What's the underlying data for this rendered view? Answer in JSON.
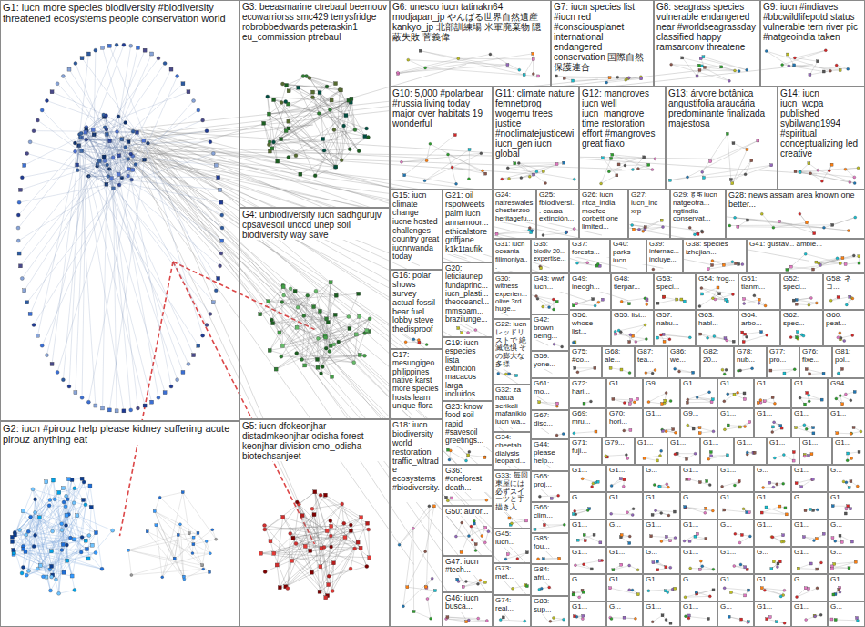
{
  "diagram": {
    "nodes": [
      {
        "text": [
          "G1: iucn more species biodiversity #biodiversity threatened ecosystems people conservation world"
        ]
      },
      {
        "text": [
          "G2: iucn #pirouz help please kidney suffering acute pirouz anything eat"
        ]
      },
      {
        "text": [
          "G3: beeasmarine ctrebaul beemouv ecowarriorss smc429 terrysfridge robrobbedwards peteraskin1 eu_commission ptrebaul"
        ]
      },
      {
        "text": [
          "G4: unbiodiversity iucn sadhgurujv cpsavesoil unccd unep soil biodiversity way save"
        ]
      },
      {
        "text": [
          "G5: iucn dfokeonjhar distadmkeonjhar odisha forest keonjhar division cmo_odisha biotechsanjeet"
        ]
      },
      {
        "text": [
          "G6: unesco iucn tatinakn64 modjapan_jp やんばる世界自然遺産 kankyo_jp 北部訓練場 米軍廃棄物 隠蔽失敗 菅義偉"
        ]
      },
      {
        "text": [
          "G7: iucn species list #iucn red #consciousplanet international endangered conservation 国際自然保護連合"
        ]
      },
      {
        "text": [
          "G8: seagrass species vulnerable endangered near #worldseagrassday classified happy ramsarconv threatene"
        ]
      },
      {
        "text": [
          "G9: iucn #indiaves #bbcwildlifepotd status vulnerable tern river pic #natgeoindia taken"
        ]
      },
      {
        "text": [
          "G10: 5,000 #polarbear #russia living today major over habitats 19 wonderful"
        ]
      },
      {
        "text": [
          "G11: climate nature femnetprog wogemu trees justice #noclimatejusticewi iucn_gen iucn global"
        ]
      },
      {
        "text": [
          "G12: mangroves iucn well iucn_mangrove time restoration effort #mangroves great fiaxo"
        ]
      },
      {
        "text": [
          "G13: árvore botânica angustifolia araucária predominante finalizada majestosa"
        ]
      },
      {
        "text": [
          "G14: iucn iucn_wcpa published sybilwang1994 #spiritual conceptualizing led creative"
        ]
      },
      {
        "text": [
          "G15: iucn climate change iucne hosted challenges country great iucnrwanda today"
        ]
      },
      {
        "text": [
          "G21: oil rspotweets palm iucn annamoor... ethicalstore griffjane k1k1taufik"
        ]
      },
      {
        "text": [
          "G24: natreswales chesterzoo heritagefu..."
        ]
      },
      {
        "text": [
          "G25: fbiodiversi... causa extinción..."
        ]
      },
      {
        "text": [
          "G26: iucn ntca_india moefcc corbett one limited..."
        ]
      },
      {
        "text": [
          "G27: iucn_inc xrp"
        ]
      },
      {
        "text": [
          "G29: ह क iucn natgeotra... ngtindia conservat..."
        ]
      },
      {
        "text": [
          "G28: news assam area known one better..."
        ]
      },
      {
        "text": [
          "G31: iucn oceania filimoniya..."
        ]
      },
      {
        "text": [
          "G35: biodiv 20... expertise..."
        ]
      },
      {
        "text": [
          "G37: forests..."
        ]
      },
      {
        "text": [
          "G40: parks iucn..."
        ]
      },
      {
        "text": [
          "G39: internac... incluye..."
        ]
      },
      {
        "text": [
          "G38: species izhejian..."
        ]
      },
      {
        "text": [
          "G41: gustav... ambie..."
        ]
      },
      {
        "text": [
          "G16: polar shows survey actual fossil bear fuel lobby steve thedisproof"
        ]
      },
      {
        "text": [
          "G17: mesungigeo philippines native karst more species hosts learn unique flora"
        ]
      },
      {
        "text": [
          "G18: iucn biodiversity world restoration traffic_wltrade ecosystems #biodiversity..."
        ]
      },
      {
        "text": [
          "G20: leticiaunep fundaprinc... iucn_plasti... theoceancl... mmsoam... brazilunge..."
        ]
      },
      {
        "text": [
          "G19: iucn especies lista extinción macacos larga incluidos..."
        ]
      },
      {
        "text": [
          "G23: know food soil rapid #savesoil greetings..."
        ]
      },
      {
        "text": [
          "G36: #oneforest death..."
        ]
      },
      {
        "text": [
          "G50: auror..."
        ]
      },
      {
        "text": [
          "G47: iucn #tech..."
        ]
      },
      {
        "text": [
          "G46: iucn busca..."
        ]
      },
      {
        "text": [
          "G30: witness experien... olive 3rd... huge..."
        ]
      },
      {
        "text": [
          "G22: iucn レッドリストで 絶滅危惧 その膨大な多様"
        ]
      },
      {
        "text": [
          "G32: za hatua serikali mafanikio iucn wa..."
        ]
      },
      {
        "text": [
          "G34: cheetah dialysis leopard..."
        ]
      },
      {
        "text": [
          "G33: 毎回 東屋には必ずスイーツと手描き入..."
        ]
      },
      {
        "text": [
          "G45: iucn..."
        ]
      },
      {
        "text": [
          "G73: met..."
        ]
      },
      {
        "text": [
          "G74: real..."
        ]
      },
      {
        "text": [
          "G43: wwf iucn..."
        ]
      },
      {
        "text": [
          "G42: brown being..."
        ]
      },
      {
        "text": [
          "G59: yone..."
        ]
      },
      {
        "text": [
          "G61: mo..."
        ]
      },
      {
        "text": [
          "G67: disc..."
        ]
      },
      {
        "text": [
          "G44: please help..."
        ]
      },
      {
        "text": [
          "G65: proj..."
        ]
      },
      {
        "text": [
          "G66: clim..."
        ]
      },
      {
        "text": [
          "G85: fou..."
        ]
      },
      {
        "text": [
          "G84: afri..."
        ]
      },
      {
        "text": [
          "G83: sup..."
        ]
      },
      {
        "text": [
          "G49: ineogh..."
        ]
      },
      {
        "text": [
          "G48: tierpar..."
        ]
      },
      {
        "text": [
          "G53: speci..."
        ]
      },
      {
        "text": [
          "G54: frog..."
        ]
      },
      {
        "text": [
          "G51: tianm..."
        ]
      },
      {
        "text": [
          "G52: speci..."
        ]
      },
      {
        "text": [
          "G58: ネコ..."
        ]
      },
      {
        "text": [
          "G56: whose list..."
        ]
      },
      {
        "text": [
          "G55: list..."
        ]
      },
      {
        "text": [
          "G57: nabu..."
        ]
      },
      {
        "text": [
          "G63: habl..."
        ]
      },
      {
        "text": [
          "G64: arbo..."
        ]
      },
      {
        "text": [
          "G62: spec..."
        ]
      },
      {
        "text": [
          "G60: peat..."
        ]
      },
      {
        "text": [
          "G75: #co..."
        ]
      },
      {
        "text": [
          "G68: ale..."
        ]
      },
      {
        "text": [
          "G87: tea..."
        ]
      },
      {
        "text": [
          "G86: we..."
        ]
      },
      {
        "text": [
          "G82: 20..."
        ]
      },
      {
        "text": [
          "G78: nub..."
        ]
      },
      {
        "text": [
          "G77: pro..."
        ]
      },
      {
        "text": [
          "G76: fixe..."
        ]
      },
      {
        "text": [
          "G81: pol..."
        ]
      },
      {
        "text": [
          "G72: hari..."
        ]
      },
      {
        "text": [
          "G1..."
        ]
      },
      {
        "text": [
          "G9..."
        ]
      },
      {
        "text": [
          "G1..."
        ]
      },
      {
        "text": [
          "G1..."
        ]
      },
      {
        "text": [
          "G1..."
        ]
      },
      {
        "text": [
          "G1..."
        ]
      },
      {
        "text": [
          "G94..."
        ]
      },
      {
        "text": [
          "G69: mru..."
        ]
      },
      {
        "text": [
          "G70: hori..."
        ]
      },
      {
        "text": [
          "G1..."
        ]
      },
      {
        "text": [
          "G9..."
        ]
      },
      {
        "text": [
          "G1..."
        ]
      },
      {
        "text": [
          "G1..."
        ]
      },
      {
        "text": [
          "G1..."
        ]
      },
      {
        "text": [
          "G1..."
        ]
      },
      {
        "text": [
          "G71: fuji..."
        ]
      },
      {
        "text": [
          "G79..."
        ]
      },
      {
        "text": [
          "G1..."
        ]
      },
      {
        "text": [
          "G1..."
        ]
      },
      {
        "text": [
          "G1..."
        ]
      },
      {
        "text": [
          "G1..."
        ]
      },
      {
        "text": [
          "G1..."
        ]
      },
      {
        "text": [
          "G1..."
        ]
      },
      {
        "text": [
          "G1..."
        ]
      },
      {
        "text": [
          "G1..."
        ]
      },
      {
        "text": [
          "G1..."
        ]
      },
      {
        "text": [
          "G..."
        ]
      },
      {
        "text": [
          "G1..."
        ]
      },
      {
        "text": [
          "G1..."
        ]
      },
      {
        "text": [
          "G..."
        ]
      },
      {
        "text": [
          "G1..."
        ]
      },
      {
        "text": [
          "G..."
        ]
      },
      {
        "text": [
          "G..."
        ]
      },
      {
        "text": [
          "G1..."
        ]
      },
      {
        "text": [
          "G1..."
        ]
      },
      {
        "text": [
          "G..."
        ]
      },
      {
        "text": [
          "G1..."
        ]
      },
      {
        "text": [
          "G1..."
        ]
      },
      {
        "text": [
          "G..."
        ]
      },
      {
        "text": [
          "G1..."
        ]
      },
      {
        "text": [
          "G1..."
        ]
      },
      {
        "text": [
          "G..."
        ]
      },
      {
        "text": [
          "G1..."
        ]
      },
      {
        "text": [
          "G1..."
        ]
      },
      {
        "text": [
          "G..."
        ]
      },
      {
        "text": [
          "G1..."
        ]
      },
      {
        "text": [
          "G1..."
        ]
      },
      {
        "text": [
          "G..."
        ]
      },
      {
        "text": [
          "G1..."
        ]
      },
      {
        "text": [
          "G1..."
        ]
      },
      {
        "text": [
          "G..."
        ]
      },
      {
        "text": [
          "G1..."
        ]
      },
      {
        "text": [
          "G1..."
        ]
      },
      {
        "text": [
          "G..."
        ]
      },
      {
        "text": [
          "G1..."
        ]
      },
      {
        "text": [
          "G..."
        ]
      },
      {
        "text": [
          "G..."
        ]
      },
      {
        "text": [
          "G1..."
        ]
      },
      {
        "text": [
          "G1..."
        ]
      },
      {
        "text": [
          "G..."
        ]
      },
      {
        "text": [
          "G1..."
        ]
      },
      {
        "text": [
          "G1..."
        ]
      },
      {
        "text": [
          "G..."
        ]
      },
      {
        "text": [
          "G1..."
        ]
      },
      {
        "text": [
          "G1..."
        ]
      },
      {
        "text": [
          "G..."
        ]
      },
      {
        "text": [
          "G1..."
        ]
      },
      {
        "text": [
          "G1..."
        ]
      },
      {
        "text": [
          "G..."
        ]
      },
      {
        "text": [
          "G1..."
        ]
      },
      {
        "text": [
          "G1..."
        ]
      },
      {
        "text": [
          "G..."
        ]
      }
    ]
  }
}
